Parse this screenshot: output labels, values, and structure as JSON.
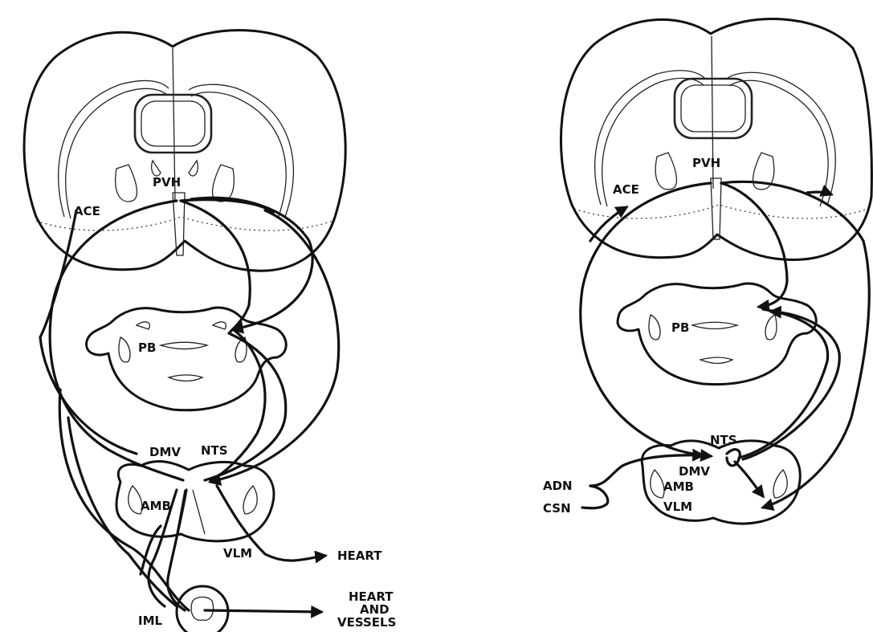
{
  "left_panel": {
    "labels": {
      "ace": "ACE",
      "pvh": "PVH",
      "pb": "PB",
      "dmv": "DMV",
      "nts": "NTS",
      "amb": "AMB",
      "vlm": "VLM",
      "iml": "IML",
      "heart": "HEART",
      "heart_vessels_1": "HEART",
      "heart_vessels_2": "AND",
      "heart_vessels_3": "VESSELS"
    }
  },
  "right_panel": {
    "labels": {
      "ace": "ACE",
      "pvh": "PVH",
      "pb": "PB",
      "nts": "NTS",
      "dmv": "DMV",
      "amb": "AMB",
      "vlm": "VLM",
      "adn": "ADN",
      "csn": "CSN"
    }
  },
  "colors": {
    "ink": "#111111",
    "paper": "#ffffff"
  }
}
